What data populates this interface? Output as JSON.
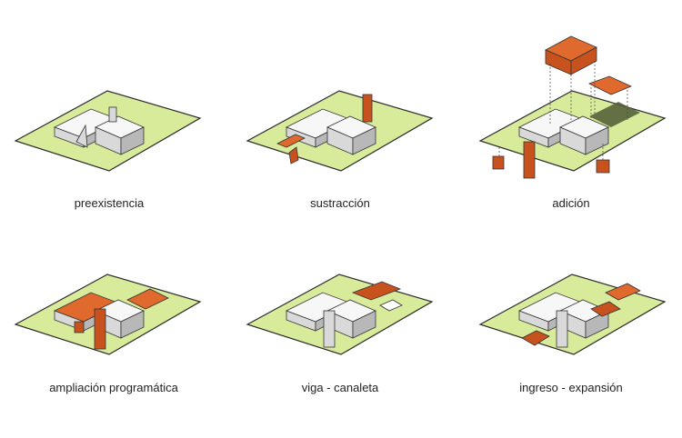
{
  "panels": [
    {
      "id": "preexistencia",
      "label": "preexistencia"
    },
    {
      "id": "sustraccion",
      "label": "sustracción"
    },
    {
      "id": "adicion",
      "label": "adición"
    },
    {
      "id": "ampliacion",
      "label": "ampliación programática"
    },
    {
      "id": "viga",
      "label": "viga - canaleta"
    },
    {
      "id": "ingreso",
      "label": "ingreso - expansión"
    }
  ],
  "colors": {
    "plot": "#d8eb9b",
    "plot_stroke": "#2a2a2a",
    "volume_top": "#f7f7f7",
    "volume_left": "#d9d9d9",
    "volume_right": "#b8b8b8",
    "accent": "#c8521e",
    "accent_top": "#e0692e",
    "shadow": "#4f5a35",
    "caption": "#222222"
  }
}
